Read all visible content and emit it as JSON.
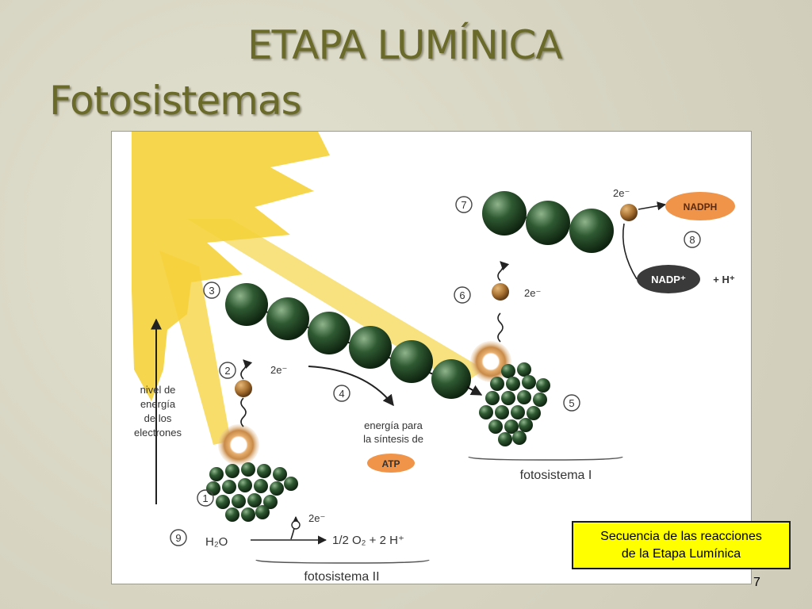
{
  "slide": {
    "title_line1": "ETAPA LUMÍNICA",
    "title_line2": "Fotosistemas",
    "page_number": "7"
  },
  "caption": {
    "line1": "Secuencia de las reacciones",
    "line2": "de la Etapa Lumínica"
  },
  "diagram": {
    "step_numbers": [
      "1",
      "2",
      "3",
      "4",
      "5",
      "6",
      "7",
      "8",
      "9"
    ],
    "axis_label_lines": [
      "nivel de",
      "energía",
      "de los",
      "electrones"
    ],
    "electron_label": "2e⁻",
    "energy_label_lines": [
      "energía para",
      "la síntesis de"
    ],
    "atp_label": "ATP",
    "photosystem_one": "fotosistema  I",
    "photosystem_two": "fotosistema  II",
    "water_label": "H₂O",
    "products_label": "1/2 O₂ + 2 H⁺",
    "nadph_label": "NADPH",
    "nadp_label": "NADP⁺",
    "proton_label": "+ H⁺"
  },
  "colors": {
    "title": "#6a6a2a",
    "sunlight": "#f5d23a",
    "sphere": "#2f5a32",
    "carrier": "#b07a38",
    "nadph": "#f0944a",
    "nadp": "#3a3a3a",
    "caption_bg": "#ffff00"
  }
}
